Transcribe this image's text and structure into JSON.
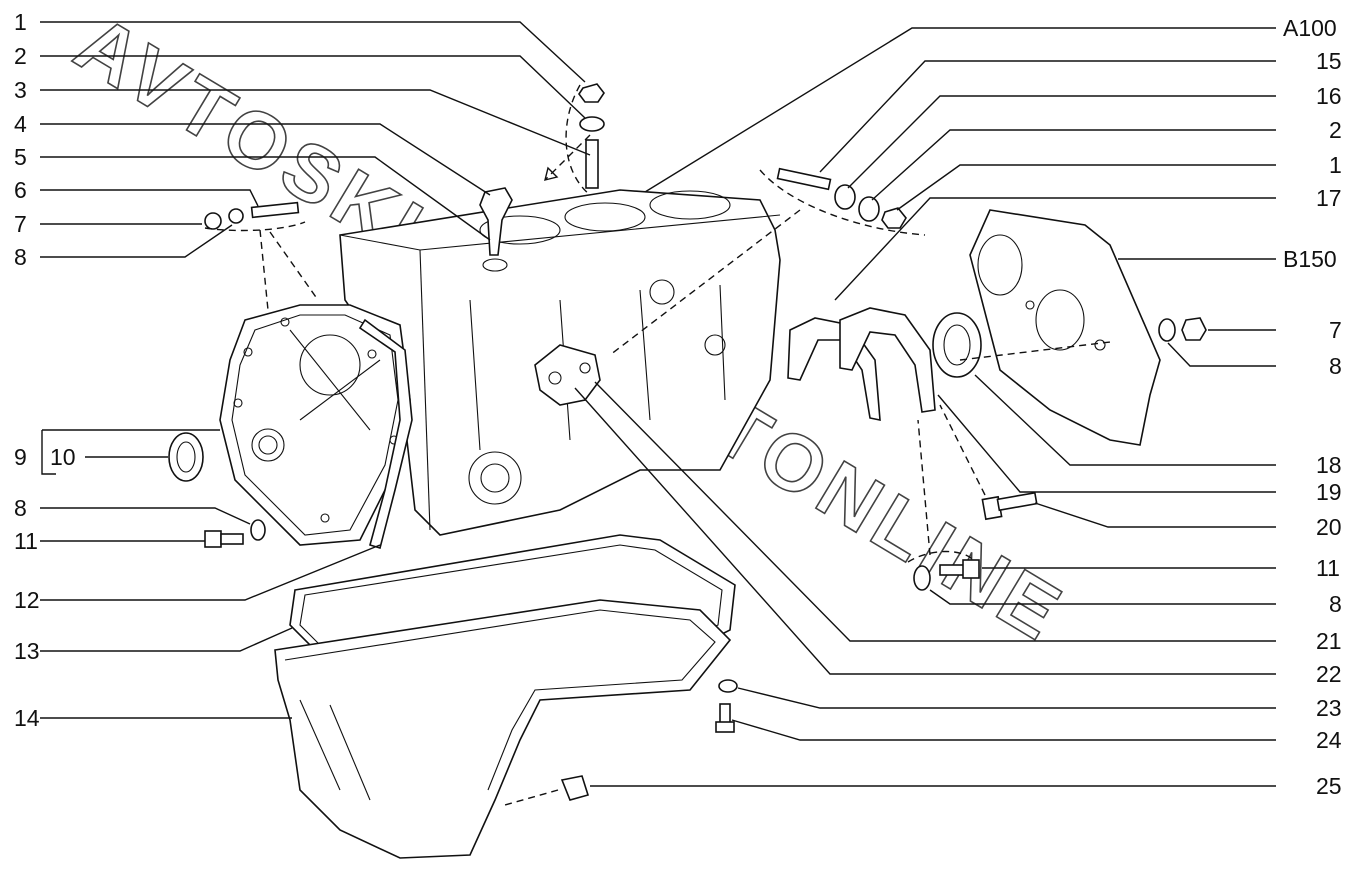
{
  "watermark": "AVTOSKHEMACATONLINE",
  "labels_left": [
    "1",
    "2",
    "3",
    "4",
    "5",
    "6",
    "7",
    "8",
    "9",
    "10",
    "8",
    "11",
    "12",
    "13",
    "14"
  ],
  "labels_right": [
    "A100",
    "15",
    "16",
    "2",
    "1",
    "17",
    "B150",
    "7",
    "8",
    "18",
    "19",
    "20",
    "11",
    "8",
    "21",
    "22",
    "23",
    "24",
    "25"
  ],
  "icons": [
    "engine-block-drawing",
    "timing-cover-drawing",
    "oil-pan-drawing",
    "gasket-drawing",
    "seal-drawing",
    "cover-plate-drawing",
    "bolt-drawing",
    "nut-drawing",
    "washer-drawing",
    "stud-drawing",
    "plug-drawing"
  ]
}
